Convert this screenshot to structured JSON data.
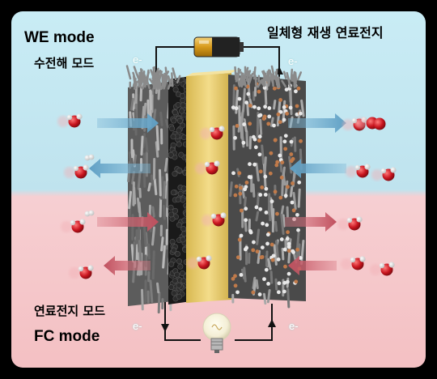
{
  "title": "일체형 재생 연료전지",
  "top_mode": {
    "en": "WE mode",
    "ko": "수전해 모드"
  },
  "bottom_mode": {
    "en": "FC mode",
    "ko": "연료전지 모드"
  },
  "electron": "e-",
  "colors": {
    "top_bg": "#bfe6f0",
    "bottom_bg": "#f6c6c8",
    "blue_arrow": "#6aa6c8",
    "red_arrow": "#c85a66",
    "membrane": "#e6c96a",
    "water_o": "#c8141e",
    "water_h": "#f2f2f2"
  }
}
